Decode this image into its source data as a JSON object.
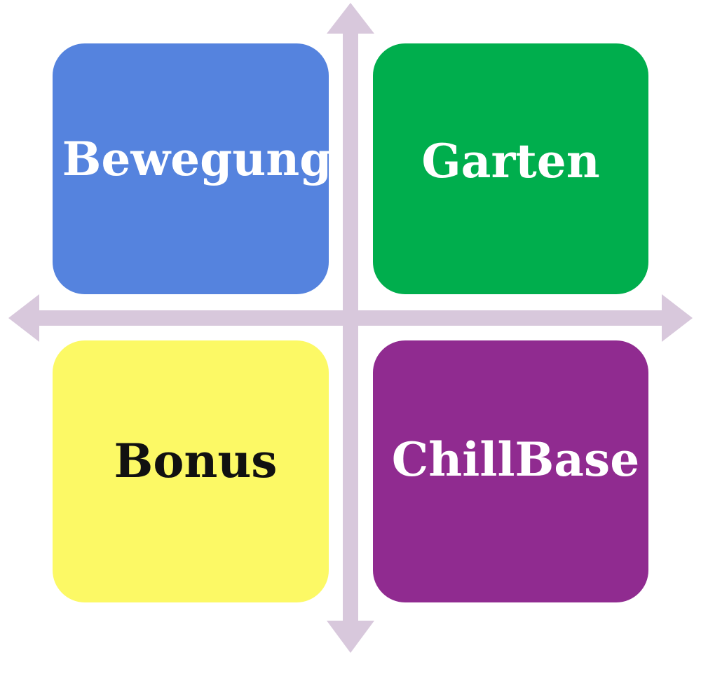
{
  "diagram": {
    "quadrants": [
      {
        "label": "Bewegung",
        "fill": "#5583DE",
        "text_color": "#FFFFFF"
      },
      {
        "label": "Garten",
        "fill": "#00AE4D",
        "text_color": "#FFFFFF"
      },
      {
        "label": "Bonus",
        "fill": "#FCF965",
        "text_color": "#111111"
      },
      {
        "label": "ChillBase",
        "fill": "#902B90",
        "text_color": "#FFFFFF"
      }
    ],
    "axis_color": "#D8C8DC"
  }
}
